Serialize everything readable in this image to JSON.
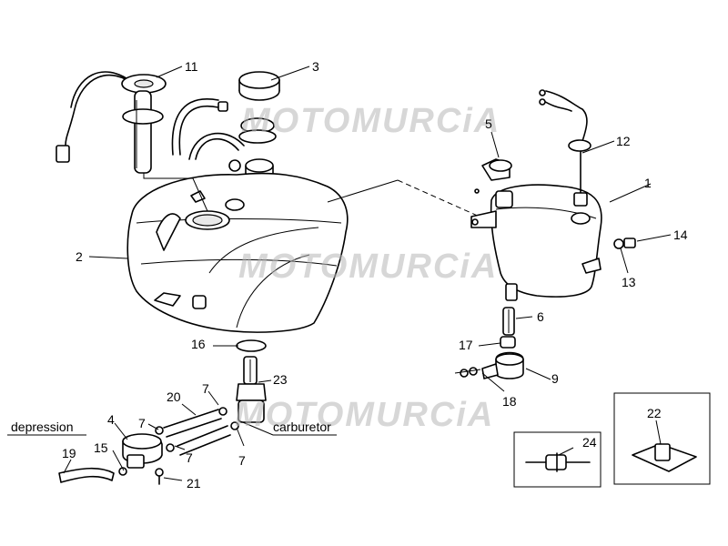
{
  "watermark": {
    "text": "MOTOMURCiA"
  },
  "labels": {
    "depression": "depression",
    "carburetor": "carburetor"
  },
  "callouts": {
    "c1": "1",
    "c2": "2",
    "c3": "3",
    "c4": "4",
    "c5": "5",
    "c6": "6",
    "c7a": "7",
    "c7b": "7",
    "c7c": "7",
    "c7d": "7",
    "c9": "9",
    "c11": "11",
    "c12": "12",
    "c13": "13",
    "c14": "14",
    "c15": "15",
    "c16": "16",
    "c17": "17",
    "c18": "18",
    "c19": "19",
    "c20": "20",
    "c21": "21",
    "c22": "22",
    "c23": "23",
    "c24": "24"
  },
  "colors": {
    "line": "#000000",
    "background": "#ffffff",
    "watermark": "#b8b8b8"
  }
}
